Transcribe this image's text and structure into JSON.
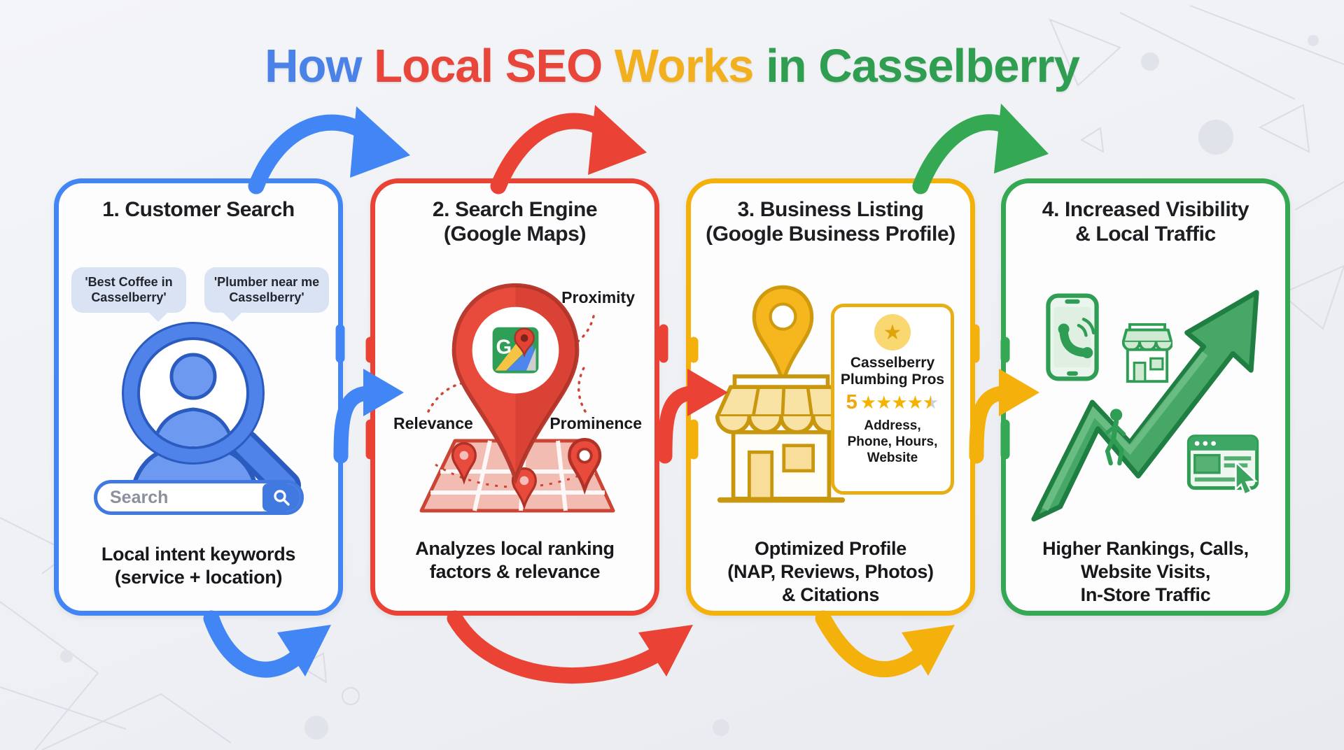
{
  "colors": {
    "blue": "#4285F4",
    "red": "#EA4335",
    "yellow": "#F4B10C",
    "green": "#34A853"
  },
  "title": {
    "parts": [
      {
        "text": "How ",
        "color": "#4a82e8"
      },
      {
        "text": "Local SEO ",
        "color": "#e8463a"
      },
      {
        "text": "Works ",
        "color": "#f2b01e"
      },
      {
        "text": "in Casselberry",
        "color": "#2f9e50"
      }
    ]
  },
  "icons": {
    "step1": "user-magnifier-icon, search-bar-icon",
    "step2": "map-pin-icon, google-maps-logo-icon, street-map-icon",
    "step3": "map-pin-icon, storefront-icon, business-profile-card",
    "step4": "phone-call-icon, storefront-icon, growth-arrow-icon, walking-person-icon, browser-cursor-icon"
  },
  "steps": [
    {
      "heading": "1. Customer Search",
      "bubble_left": "'Best Coffee in\nCasselberry'",
      "bubble_right": "'Plumber near me\nCasselberry'",
      "search_placeholder": "Search",
      "caption": "Local intent keywords\n(service + location)"
    },
    {
      "heading": "2. Search Engine\n(Google Maps)",
      "label_proximity": "Proximity",
      "label_relevance": "Relevance",
      "label_prominence": "Prominence",
      "logo_letter": "G",
      "caption": "Analyzes local ranking\nfactors & relevance"
    },
    {
      "heading": "3. Business Listing\n(Google Business Profile)",
      "card": {
        "badge_star": "★",
        "business_name": "Casselberry\nPlumbing Pros",
        "rating_value": "5",
        "stars_full": "★★★★",
        "star_last": "★",
        "details": "Address,\nPhone, Hours,\nWebsite"
      },
      "caption": "Optimized Profile\n(NAP, Reviews, Photos)\n& Citations"
    },
    {
      "heading": "4. Increased Visibility\n& Local Traffic",
      "caption": "Higher Rankings, Calls,\nWebsite Visits,\nIn-Store Traffic"
    }
  ]
}
